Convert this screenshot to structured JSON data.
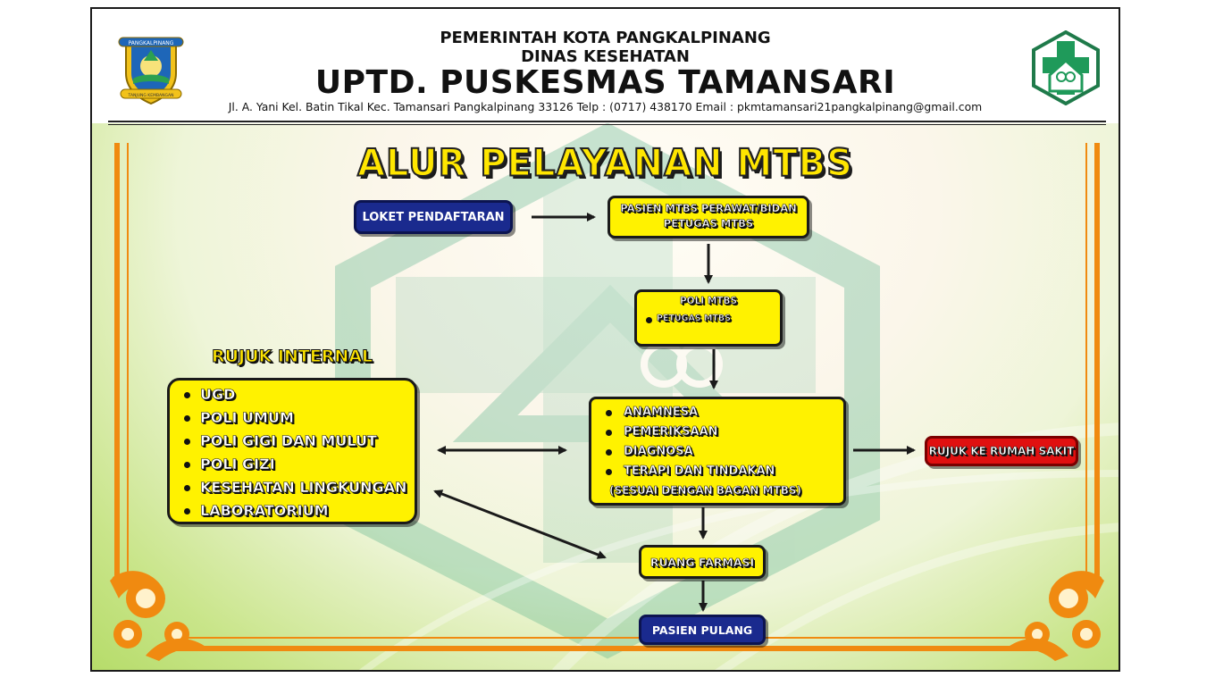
{
  "header": {
    "line1": "PEMERINTAH KOTA PANGKALPINANG",
    "line2": "DINAS KESEHATAN",
    "title": "UPTD. PUSKESMAS TAMANSARI",
    "address": "Jl. A. Yani Kel. Batin Tikal Kec. Tamansari Pangkalpinang 33126 Telp : (0717) 438170 Email : pkmtamansari21pangkalpinang@gmail.com",
    "logo_left_top": "PANGKALPINANG",
    "logo_left_bottom": "TANJUNG KEMBANGAN"
  },
  "diagram": {
    "title": "ALUR PELAYANAN MTBS",
    "loket": "LOKET PENDAFTARAN",
    "pasien_line1": "PASIEN MTBS PERAWAT/BIDAN",
    "pasien_line2": "PETUGAS MTBS",
    "poli_title": "POLI MTBS",
    "poli_items": [
      "PETUGAS MTBS"
    ],
    "anamnesa_items": [
      "ANAMNESA",
      "PEMERIKSAAN",
      "DIAGNOSA",
      "TERAPI DAN TINDAKAN"
    ],
    "anamnesa_note": "(SESUAI DENGAN BAGAN MTBS)",
    "rujuk_rs": "RUJUK KE RUMAH SAKIT",
    "rujuk_internal_title": "RUJUK INTERNAL",
    "rujuk_internal_items": [
      "UGD",
      "POLI UMUM",
      "POLI GIGI DAN MULUT",
      "POLI GIZI",
      "KESEHATAN LINGKUNGAN",
      "LABORATORIUM"
    ],
    "farmasi": "RUANG FARMASI",
    "pulang": "PASIEN PULANG"
  },
  "colors": {
    "box_yellow": "#fff200",
    "box_blue": "#1a2a8e",
    "box_red": "#e01010",
    "frame_orange": "#f08a10",
    "watermark_green": "#2e9a6a"
  }
}
